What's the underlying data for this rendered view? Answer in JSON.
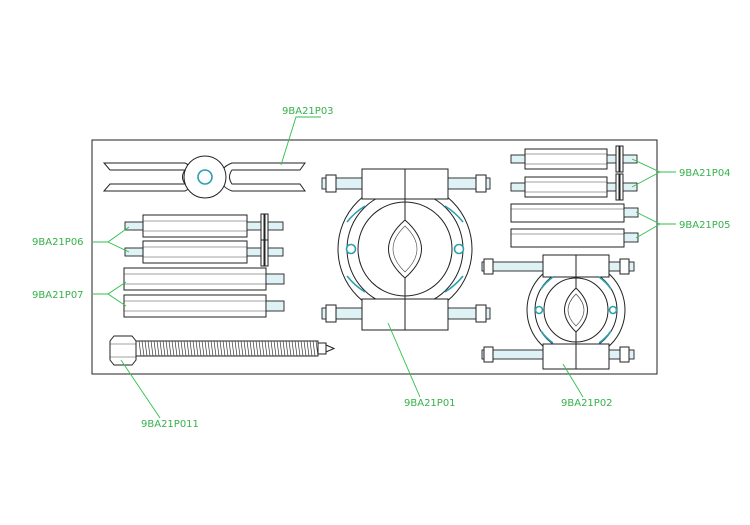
{
  "colors": {
    "outline": "#222222",
    "accent_holes": "#2a9fb0",
    "label": "#35b24a",
    "leader": "#2fbf4a",
    "background": "#ffffff"
  },
  "labels": {
    "p03": "9BA21P03",
    "p04": "9BA21P04",
    "p05": "9BA21P05",
    "p06": "9BA21P06",
    "p07": "9BA21P07",
    "p011": "9BA21P011",
    "p01": "9BA21P01",
    "p02": "9BA21P02"
  }
}
